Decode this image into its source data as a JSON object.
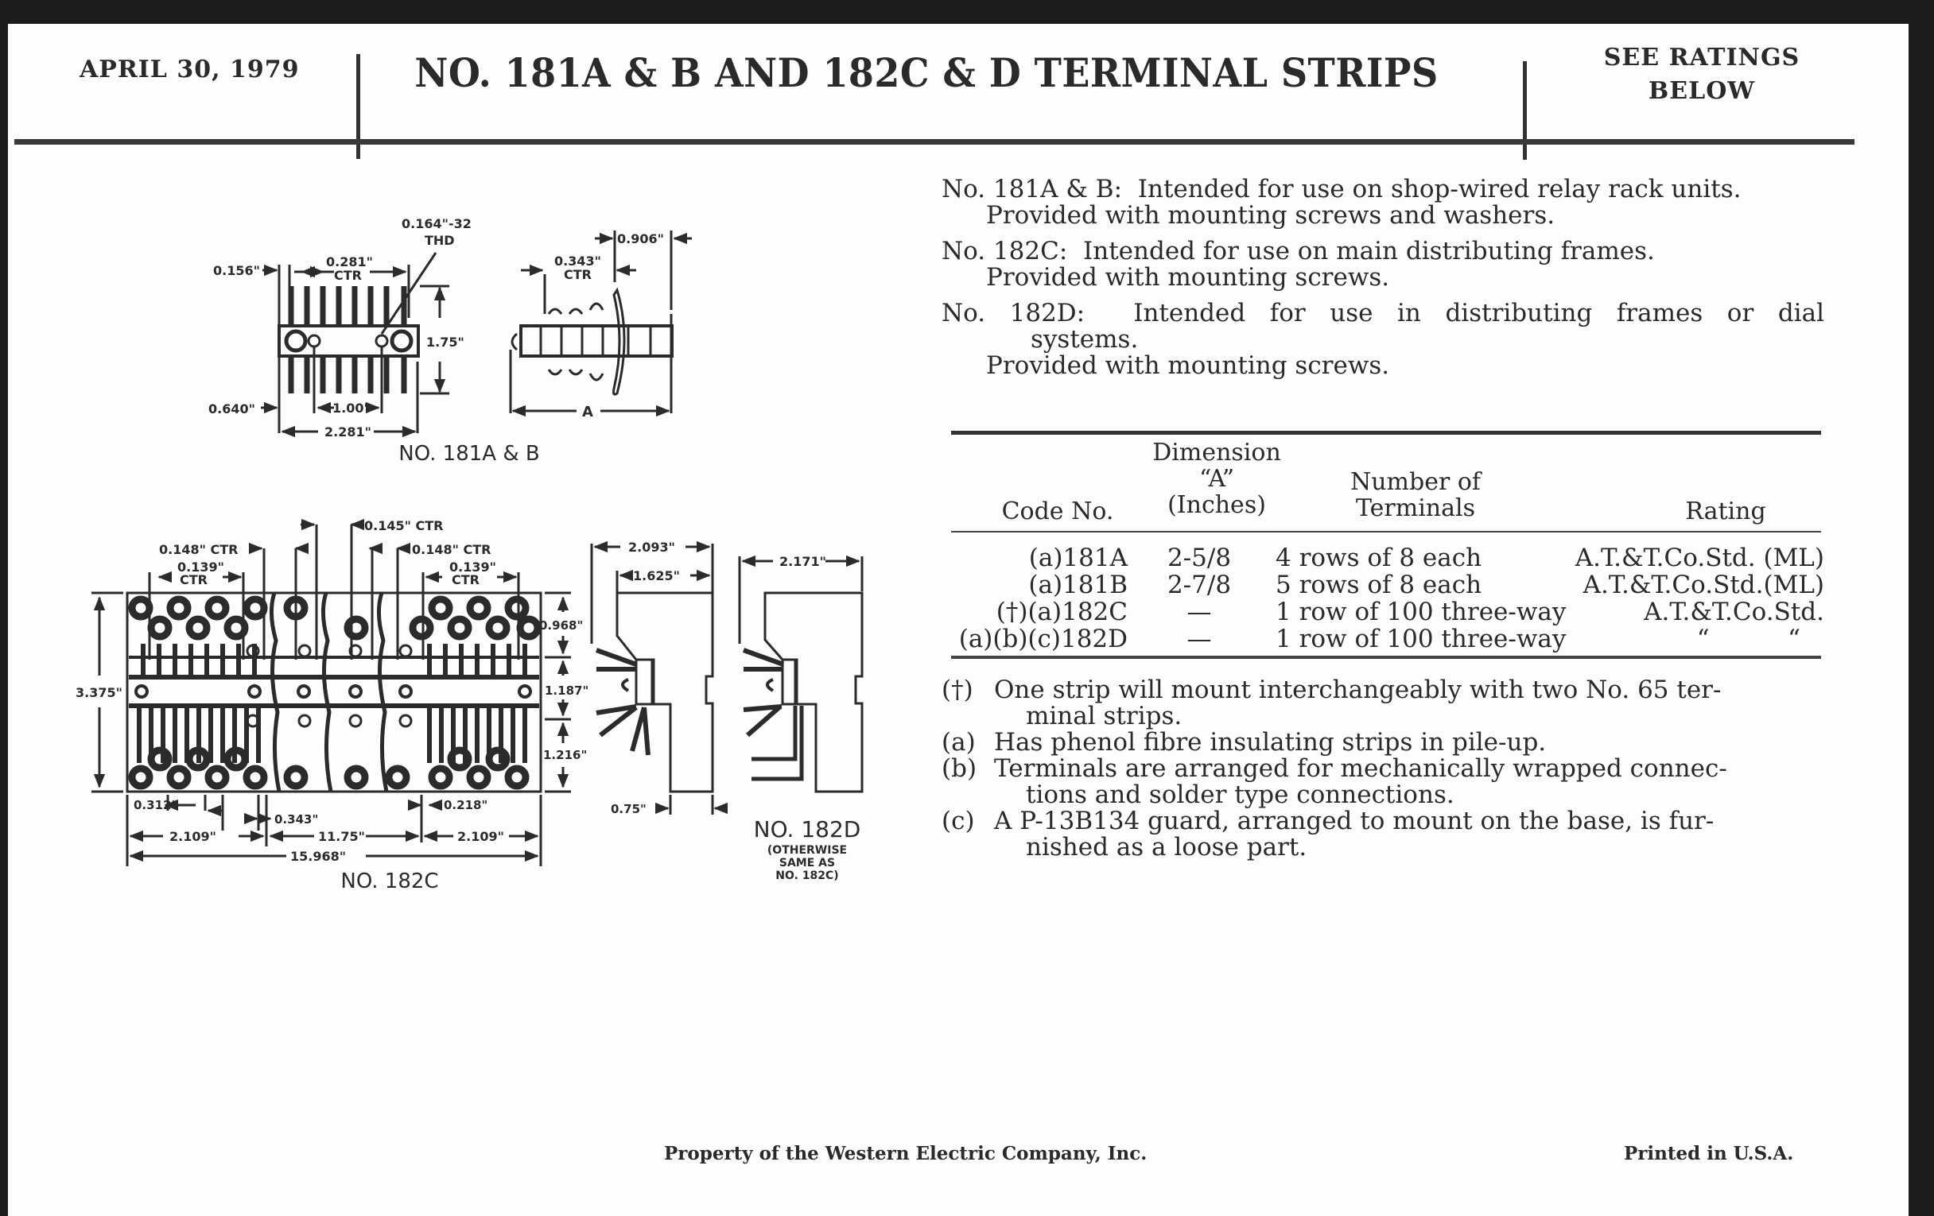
{
  "header": {
    "date": "APRIL 30, 1979",
    "title": "NO. 181A & B AND 182C & D TERMINAL STRIPS",
    "ratings_note_line1": "SEE RATINGS",
    "ratings_note_line2": "BELOW"
  },
  "descriptions": [
    {
      "code": "No. 181A & B:",
      "text": "Intended for use on shop-wired relay rack units.",
      "provided": "Provided with mounting screws and washers."
    },
    {
      "code": "No. 182C:",
      "text": "Intended for use on main distributing frames.",
      "provided": "Provided with mounting screws."
    },
    {
      "code": "No. 182D:",
      "text": "Intended for use in distributing frames or dial",
      "text_cont": "systems.",
      "provided": "Provided with mounting screws."
    }
  ],
  "table": {
    "headers": {
      "code": "Code No.",
      "dim_line1": "Dimension",
      "dim_line2": "“A”",
      "dim_line3": "(Inches)",
      "num_line1": "Number of",
      "num_line2": "Terminals",
      "rating": "Rating"
    },
    "rows": [
      {
        "code": "(a)181A",
        "dimension_a": "2-5/8",
        "terminals": "4 rows of 8 each",
        "rating": "A.T.&T.Co.Std. (ML)"
      },
      {
        "code": "(a)181B",
        "dimension_a": "2-7/8",
        "terminals": "5 rows of 8 each",
        "rating": "A.T.&T.Co.Std.(ML)"
      },
      {
        "code": "(†)(a)182C",
        "dimension_a": "—",
        "terminals": "1 row of 100 three-way",
        "rating": "A.T.&T.Co.Std."
      },
      {
        "code": "(a)(b)(c)182D",
        "dimension_a": "—",
        "terminals": "1 row of 100 three-way",
        "rating": "“          “"
      }
    ]
  },
  "notes": [
    {
      "mark": "(†)",
      "text": "One strip will mount interchangeably with two No. 65 ter-",
      "cont": "minal strips."
    },
    {
      "mark": "(a)",
      "text": "Has phenol fibre insulating strips in pile-up."
    },
    {
      "mark": "(b)",
      "text": "Terminals are arranged for mechanically wrapped connec-",
      "cont": "tions and solder type connections."
    },
    {
      "mark": "(c)",
      "text": "A P-13B134 guard, arranged to mount on the base, is fur-",
      "cont": "nished as a loose part."
    }
  ],
  "drawings": {
    "d181": {
      "caption": "NO. 181A & B",
      "labels": {
        "thread": "0.164\"-32",
        "thread2": "THD",
        "left_top": "0.156\"",
        "ctr": "0.281\"",
        "ctr2": "CTR",
        "height": "1.75\"",
        "left_bot": "0.640\"",
        "spacing": "1.00\"",
        "width": "2.281\""
      }
    },
    "d181side": {
      "labels": {
        "top": "0.906\"",
        "ctr": "0.343\"",
        "ctr2": "CTR",
        "dim": "A"
      }
    },
    "d182c": {
      "caption": "NO. 182C",
      "labels": {
        "ctr148_left": "0.148\" CTR",
        "ctr139_left": "0.139\"",
        "ctr_word": "CTR",
        "ctr145": "0.145\" CTR",
        "ctr148_right": "0.148\" CTR",
        "ctr139_right": "0.139\"",
        "height": "3.375\"",
        "r1": "0.968\"",
        "r2": "1.187\"",
        "r3": "1.216\"",
        "b312": "0.312\"",
        "b343": "0.343\"",
        "b218": "0.218\"",
        "w_left": "2.109\"",
        "w_mid": "11.75\"",
        "w_right": "2.109\"",
        "w_total": "15.968\""
      }
    },
    "d182side": {
      "labels": {
        "outer": "2.093\"",
        "inner": "1.625\"",
        "bottom": "0.75\""
      }
    },
    "d182d": {
      "caption": "NO. 182D",
      "sub1": "(OTHERWISE",
      "sub2": "SAME AS",
      "sub3": "NO. 182C)",
      "labels": {
        "width": "2.171\""
      }
    }
  },
  "footer": {
    "left": "Property of the Western Electric Company, Inc.",
    "right": "Printed in U.S.A."
  }
}
